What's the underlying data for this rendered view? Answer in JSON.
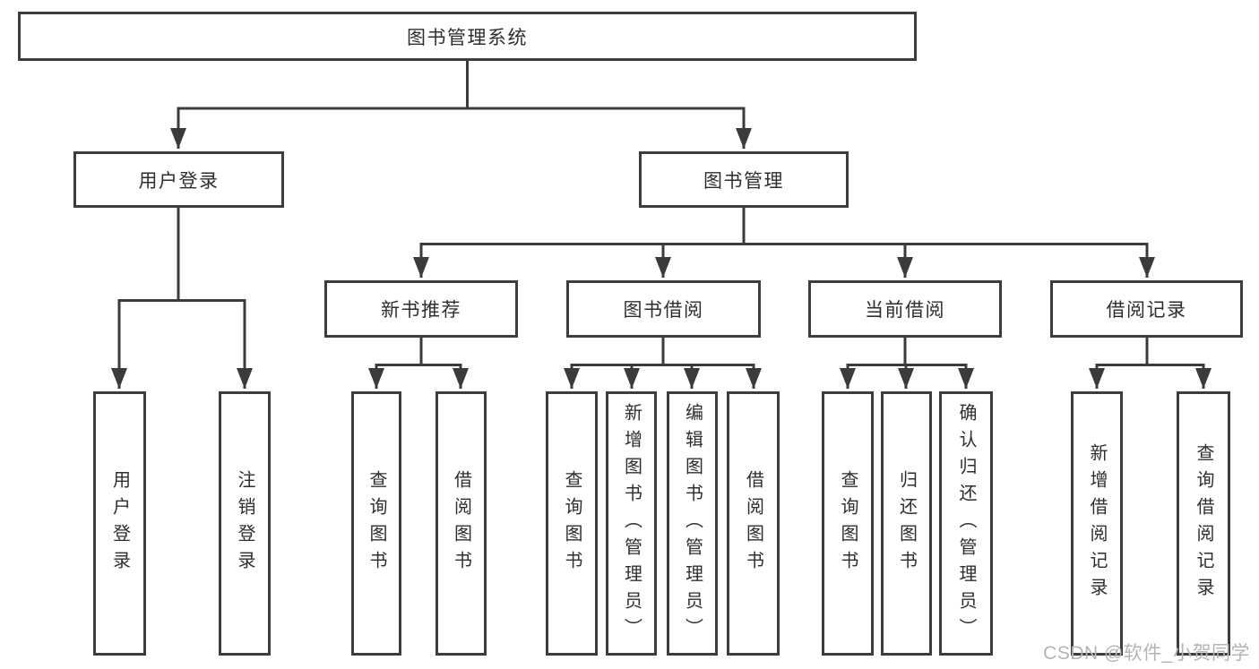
{
  "diagram_title": "图书管理系统",
  "tree": {
    "root": {
      "label": "图书管理系统"
    },
    "branches": [
      {
        "label": "用户登录",
        "children": [
          {
            "label": "用户登录"
          },
          {
            "label": "注销登录"
          }
        ]
      },
      {
        "label": "图书管理",
        "children": [
          {
            "label": "新书推荐",
            "children": [
              {
                "label": "查询图书"
              },
              {
                "label": "借阅图书"
              }
            ]
          },
          {
            "label": "图书借阅",
            "children": [
              {
                "label": "查询图书"
              },
              {
                "label": "新增图书（管理员）"
              },
              {
                "label": "编辑图书（管理员）"
              },
              {
                "label": "借阅图书"
              }
            ]
          },
          {
            "label": "当前借阅",
            "children": [
              {
                "label": "查询图书"
              },
              {
                "label": "归还图书"
              },
              {
                "label": "确认归还（管理员）"
              }
            ]
          },
          {
            "label": "借阅记录",
            "children": [
              {
                "label": "新增借阅记录"
              },
              {
                "label": "查询借阅记录"
              }
            ]
          }
        ]
      }
    ]
  },
  "watermark": "CSDN @软件_小贺同学",
  "colors": {
    "background": "#ffffff",
    "line": "#3b3b3b",
    "box_border": "#3d3d3d",
    "text": "#2e2e2e",
    "watermark": "#b4b4b4"
  }
}
